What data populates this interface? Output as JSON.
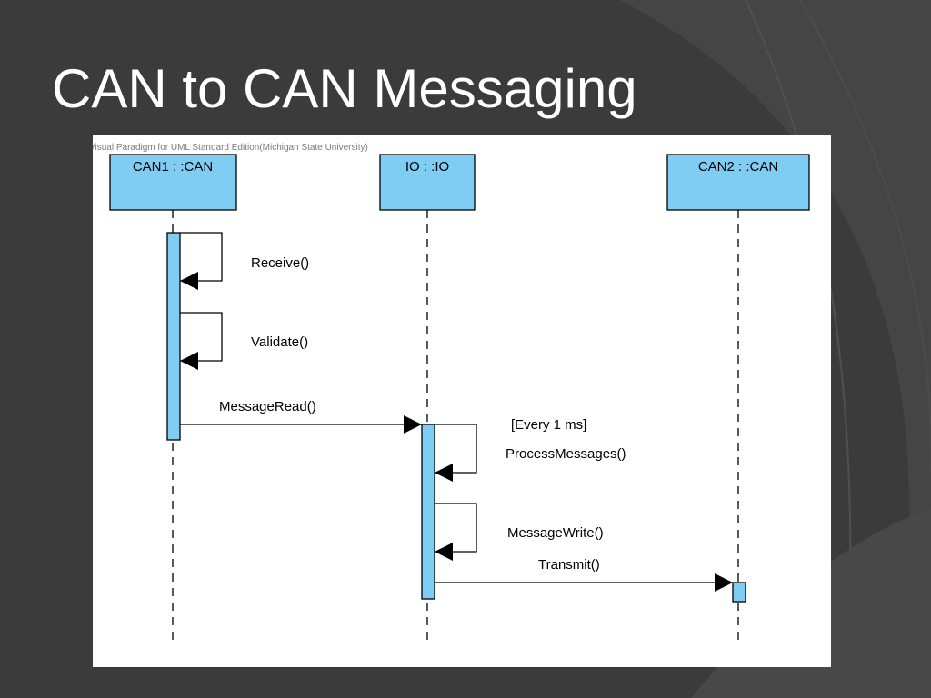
{
  "slide": {
    "title": "CAN to CAN Messaging"
  },
  "diagram": {
    "watermark": "Visual Paradigm for UML Standard Edition(Michigan State University)",
    "colors": {
      "lifeline_fill": "#7fcdf3",
      "line": "#000000",
      "panel": "#ffffff"
    },
    "lifelines": [
      {
        "id": "can1",
        "label": "CAN1 : :CAN"
      },
      {
        "id": "io",
        "label": "IO : :IO"
      },
      {
        "id": "can2",
        "label": "CAN2 : :CAN"
      }
    ],
    "messages": [
      {
        "id": "receive",
        "label": "Receive()",
        "from": "can1",
        "to": "can1"
      },
      {
        "id": "validate",
        "label": "Validate()",
        "from": "can1",
        "to": "can1"
      },
      {
        "id": "message-read",
        "label": "MessageRead()",
        "from": "can1",
        "to": "io"
      },
      {
        "id": "process-messages",
        "label": "ProcessMessages()",
        "guard": "[Every 1 ms]",
        "from": "io",
        "to": "io"
      },
      {
        "id": "message-write",
        "label": "MessageWrite()",
        "from": "io",
        "to": "io"
      },
      {
        "id": "transmit",
        "label": "Transmit()",
        "from": "io",
        "to": "can2"
      }
    ]
  }
}
